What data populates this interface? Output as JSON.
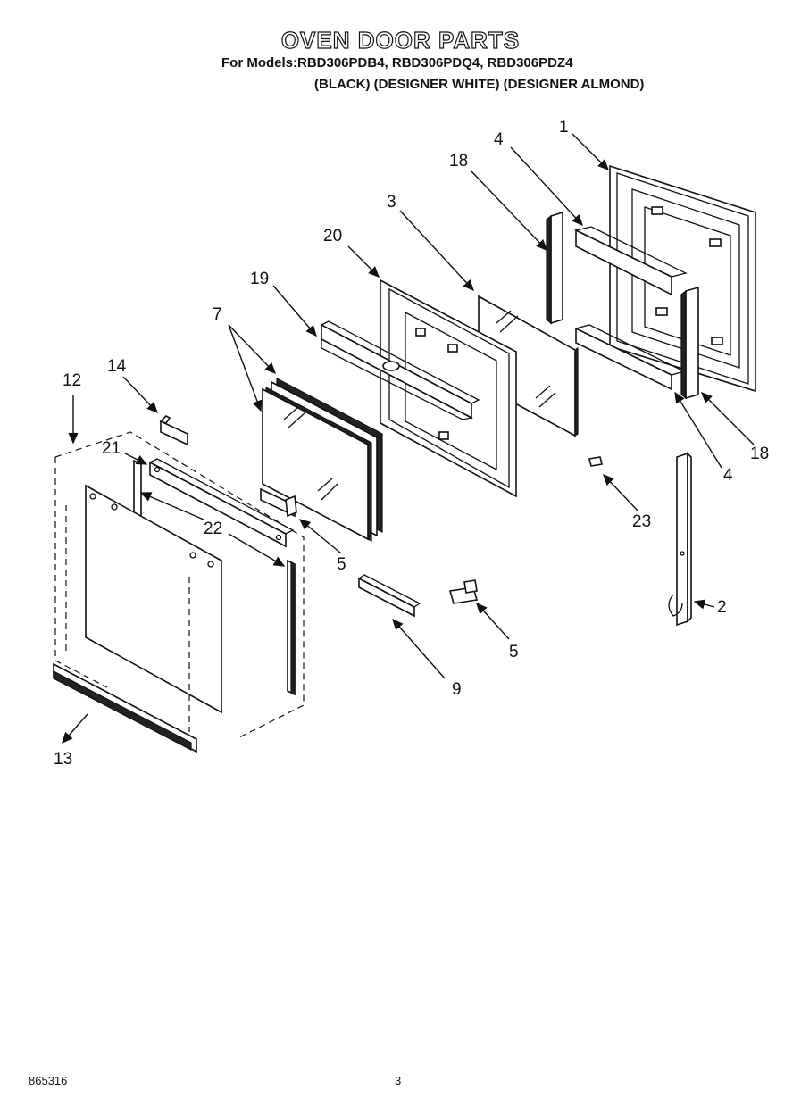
{
  "header": {
    "title": "OVEN DOOR PARTS",
    "models_line": "For Models:RBD306PDB4, RBD306PDQ4, RBD306PDZ4",
    "variants_line": "(BLACK) (DESIGNER WHITE) (DESIGNER ALMOND)"
  },
  "footer": {
    "doc_number": "865316",
    "page_number": "3"
  },
  "callouts": [
    "1",
    "2",
    "3",
    "4",
    "4",
    "5",
    "5",
    "7",
    "9",
    "12",
    "13",
    "14",
    "18",
    "18",
    "19",
    "20",
    "21",
    "22",
    "23"
  ]
}
